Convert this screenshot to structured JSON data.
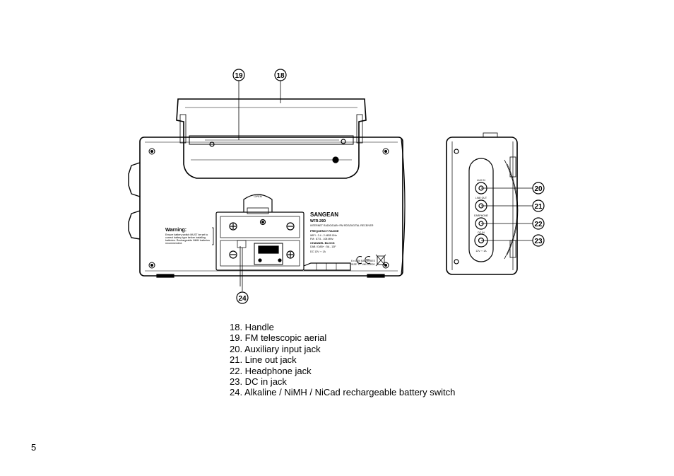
{
  "figure": {
    "callouts": [
      "19",
      "18",
      "20",
      "21",
      "22",
      "23",
      "24"
    ],
    "label_text": {
      "brand": "SANGEAN",
      "model": "WFR-29D",
      "description": "INTERNET RADIO/DAB+/FM RDS/DIGITAL RECEIVER",
      "freq_heading": "FREQUENCY RANGE",
      "freq_line1": "WIFI : 2.4 - 2.4835 GHz",
      "freq_line2": "FM : 87.5 - 108 MHz",
      "channel_heading": "CHANNEL BLOCK",
      "channel_line": "DAB / DAB+ : 5A - 13F",
      "dc_line": "DC 12V ⎓ 1A",
      "battery_line1": "6 x 1.5V BATTERIES",
      "battery_line2": "SIZE \"D\" UM-1/LR20",
      "top_tab": "OPEN"
    },
    "warning": {
      "title": "Warning:",
      "line1": "Ensure battery switch MUST be set to",
      "line2": "correct battery type before installing",
      "line3": "batteries. Rechargeable NiMH batteries",
      "line4": "recommended."
    },
    "jack_labels": {
      "aux_in": "AUX IN",
      "line_out": "LINE OUT",
      "earphone": "EARPHONE",
      "dc_in": "DC IN",
      "dc_rating": "12V ⎓ 1A"
    }
  },
  "legend": [
    "18. Handle",
    "19. FM telescopic aerial",
    "20. Auxiliary input jack",
    "21. Line out jack",
    "22. Headphone jack",
    "23. DC in jack",
    "24. Alkaline / NiMH / NiCad rechargeable battery switch"
  ],
  "page_number": "5"
}
